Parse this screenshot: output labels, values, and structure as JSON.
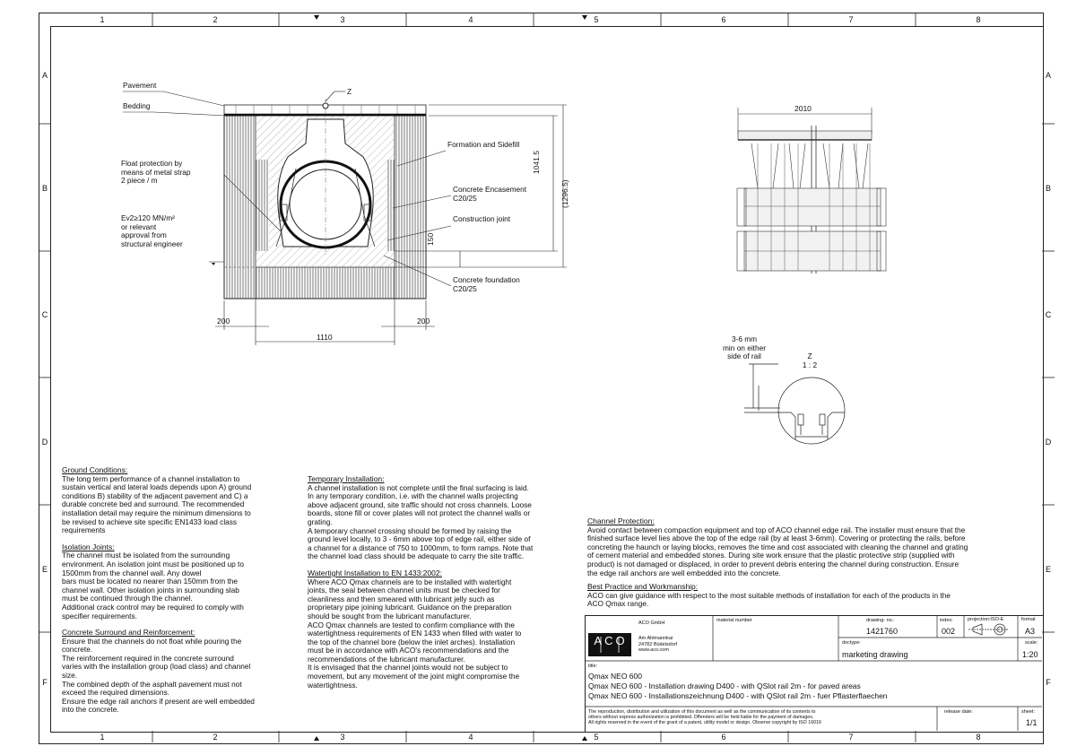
{
  "zones": {
    "columns": [
      "1",
      "2",
      "3",
      "4",
      "5",
      "6",
      "7",
      "8"
    ],
    "rows": [
      "A",
      "B",
      "C",
      "D",
      "E",
      "F"
    ]
  },
  "section": {
    "labels": {
      "pavement": "Pavement",
      "bedding": "Bedding",
      "float_protection": [
        "Float protection by",
        "means of metal strap",
        "2 piece / m"
      ],
      "ev2": [
        "Ev2≥120 MN/m²",
        "or relevant",
        "approval from",
        "structural engineer"
      ],
      "formation": "Formation and Sidefill",
      "encasement": [
        "Concrete Encasement",
        "C20/25"
      ],
      "construction_joint": "Construction joint",
      "foundation": [
        "Concrete foundation",
        "C20/25"
      ],
      "z_marker": "Z"
    },
    "dimensions": {
      "height": "1041.5",
      "height_total": "(1296.5)",
      "foundation": "150",
      "left": "200",
      "right": "200",
      "width": "1110"
    }
  },
  "side_view": {
    "width": "2010"
  },
  "detail": {
    "note": [
      "3-6 mm",
      "min on either",
      "side of rail"
    ],
    "title": "Z",
    "scale": "1 : 2"
  },
  "notes": {
    "col1": [
      {
        "heading": "Ground Conditions:",
        "lines": [
          "The long term performance of a channel installation to",
          "sustain vertical and lateral loads depends upon A) ground",
          "conditions B) stability of the adjacent pavement and C) a",
          "durable concrete bed and surround. The recommended",
          "installation detail may require the minimum dimensions to",
          "be revised to achieve site specific EN1433 load class",
          "requirements"
        ]
      },
      {
        "heading": "Isolation Joints:",
        "lines": [
          "The channel must be isolated from the surrounding",
          "environment. An isolation joint must be positioned up to",
          "1500mm from the channel wall. Any dowel",
          "bars must be located no nearer than 150mm from the",
          "channel wall. Other isolation joints in surrounding slab",
          "must be continued through the channel.",
          "Additional crack control may be required to comply with",
          "specifier requirements."
        ]
      },
      {
        "heading": "Concrete Surround and Reinforcement:",
        "lines": [
          "Ensure that the channels do not float while pouring the",
          "concrete.",
          "The reinforcement required in the concrete surround",
          "varies with the installation group (load class) and channel",
          "size.",
          "The combined depth of the asphalt pavement must not",
          "exceed the required dimensions.",
          "Ensure the edge rail anchors if present are well embedded",
          "into the concrete."
        ]
      }
    ],
    "col2": [
      {
        "heading": "Temporary Installation:",
        "lines": [
          "A channel installation is not complete until the final surfacing is laid.",
          "In any temporary condition, i.e. with the channel walls projecting",
          "above adjacent ground, site traffic should not cross channels. Loose",
          "boards, stone fill or cover plates will not protect the channel walls or",
          "grating.",
          "A temporary channel crossing should be formed by raising the",
          "ground level locally, to 3 - 6mm above top of edge rail, either side of",
          "a channel for a distance of 750 to 1000mm, to form ramps. Note that",
          "the channel load class should be adequate to carry the site traffic."
        ]
      },
      {
        "heading": "Watertight Installation to EN 1433:2002:",
        "lines": [
          "Where ACO Qmax channels are to be installed with watertight",
          "joints, the seal between channel units must be checked for",
          "cleanliness and then smeared with lubricant jelly such as",
          "proprietary pipe joining lubricant. Guidance on the preparation",
          "should be sought from the lubricant manufacturer.",
          "ACO Qmax channels are tested to confirm compliance with the",
          "watertightness requirements of EN 1433 when filled with water to",
          "the top of the channel bore (below the inlet arches). Installation",
          "must be in accordance with ACO's recommendations and the",
          "recommendations of the lubricant manufacturer.",
          "It is envisaged that the channel joints would not be subject to",
          "movement, but any movement of the joint might compromise the",
          "watertightness."
        ]
      }
    ],
    "col3": [
      {
        "heading": "Channel Protection:",
        "lines": [
          "Avoid contact between compaction equipment and top of ACO channel edge rail. The installer must ensure that the",
          "finished surface level lies above the top of the edge rail (by at least 3-6mm). Covering or protecting the rails, before",
          "concreting the haunch or laying blocks, removes the time and cost associated with cleaning the channel and grating",
          "of cement material and embedded stones. During site work ensure that the plastic protective strip (supplied with",
          "product) is not damaged or displaced, in order to prevent debris entering the channel during construction. Ensure",
          "the edge rail anchors are well embedded into the concrete."
        ]
      },
      {
        "heading": "Best Practice and Workmanship:",
        "lines": [
          "ACO can give guidance with respect to the most suitable methods of installation for each of the products in the",
          "ACO Qmax range."
        ]
      }
    ]
  },
  "title_block": {
    "logo": "ACO",
    "company": "ACO GmbH",
    "address": [
      "Am Ahlmannkai",
      "24782 Büdelsdorf",
      "www.aco.com"
    ],
    "material_number_label": "material number",
    "drawing_no_label": "drawing- no.:",
    "drawing_no": "1421760",
    "index_label": "index:",
    "index": "002",
    "projection_label": "projection:ISO-E",
    "format_label": "format",
    "format": "A3",
    "doctype_label": "doctype:",
    "doctype": "marketing drawing",
    "scale_label": "scale:",
    "scale": "1:20",
    "title_label": "title:",
    "titles": [
      "Qmax NEO 600",
      "Qmax NEO 600 - Installation drawing D400 - with QSlot rail 2m - for paved areas",
      "Qmax NEO 600 - Installationszeichnung D400 - with QSlot rail 2m - fuer Pflasterflaechen"
    ],
    "copyright": [
      "The reproduction, distribution and utilization of this document as well as the communication of its contents to",
      "others without express authorization is prohibited. Offenders will be held liable for the payment of damages.",
      "All rights reserved in the event of the grant of a patent, utility model or design. Observe copyright by ISO 16016"
    ],
    "release_label": "release date:",
    "sheet_label": "sheet:",
    "sheet": "1/1"
  }
}
